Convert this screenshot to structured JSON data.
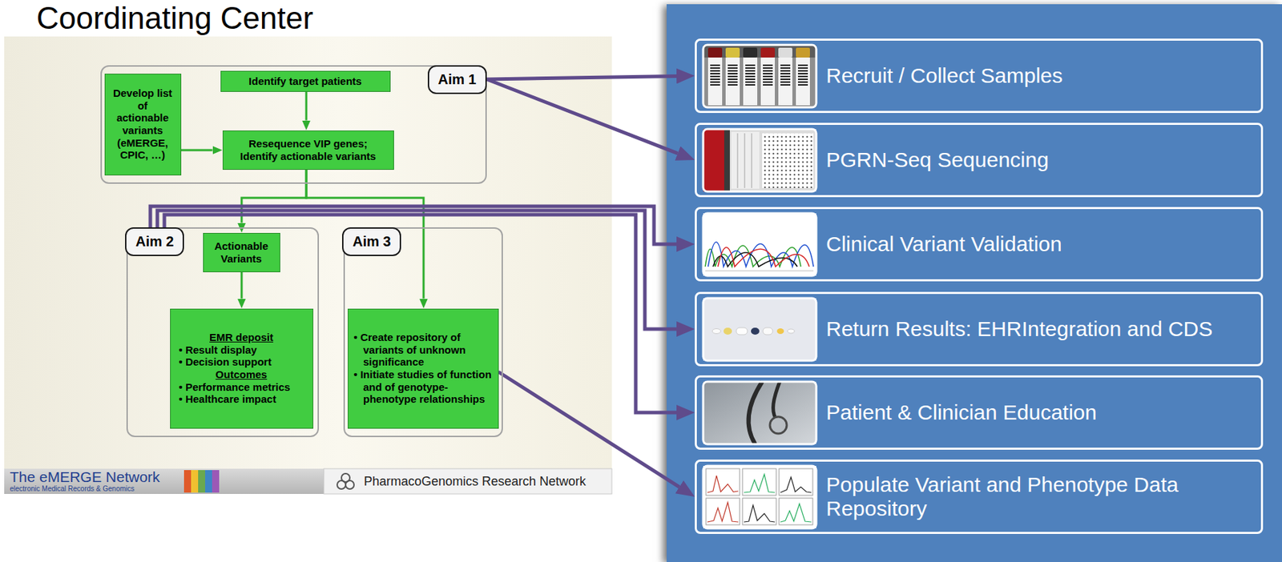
{
  "diagram": {
    "title": "Coordinating Center",
    "nodes": [
      {
        "text": [
          "Aim 1"
        ]
      },
      {
        "text": [
          "Develop list of actionable variants (eMERGE, CPIC, …)"
        ],
        "in": 0
      },
      {
        "text": [
          "Identify target patients"
        ],
        "in": 0
      },
      {
        "text": [
          "Resequence VIP genes; Identify actionable variants"
        ],
        "in": 0
      },
      {
        "text": [
          "Aim 2"
        ]
      },
      {
        "text": [
          "Actionable Variants"
        ],
        "in": 4
      },
      {
        "text": [
          "EMR deposit",
          "• Result display",
          "• Decision support",
          "Outcomes",
          "• Performance metrics",
          "• Healthcare impact"
        ],
        "in": 4
      },
      {
        "text": [
          "Aim 3"
        ]
      },
      {
        "text": [
          "• Create repository of variants of unknown significance",
          "• Initiate studies of function and of genotype-phenotype relationships"
        ],
        "in": 7
      },
      {
        "text": [
          "Recruit / Collect Samples"
        ]
      },
      {
        "text": [
          "PGRN-Seq Sequencing"
        ]
      },
      {
        "text": [
          "Clinical Variant Validation"
        ]
      },
      {
        "text": [
          "Return Results: EHRIntegration and CDS"
        ]
      },
      {
        "text": [
          "Patient & Clinician Education"
        ]
      },
      {
        "text": [
          "Populate Variant and Phenotype Data Repository"
        ]
      }
    ],
    "edges": [
      {
        "from": 1,
        "to": 3,
        "arrow": "to"
      },
      {
        "from": 2,
        "to": 3,
        "arrow": "to"
      },
      {
        "from": 3,
        "to": 5,
        "arrow": "to"
      },
      {
        "from": 3,
        "to": 8,
        "arrow": "to"
      },
      {
        "from": 5,
        "to": 6,
        "arrow": "to"
      },
      {
        "from": 0,
        "to": 9,
        "arrow": "to"
      },
      {
        "from": 0,
        "to": 10,
        "arrow": "to"
      },
      {
        "from": 4,
        "to": 11,
        "arrow": "to"
      },
      {
        "from": 4,
        "to": 12,
        "arrow": "to"
      },
      {
        "from": 4,
        "to": 13,
        "arrow": "to"
      },
      {
        "from": 8,
        "to": 14,
        "arrow": "to"
      }
    ],
    "labels": [
      "The eMERGE Network",
      "electronic Medical Records & Genomics",
      "PharmacoGenomics Research Network"
    ]
  }
}
